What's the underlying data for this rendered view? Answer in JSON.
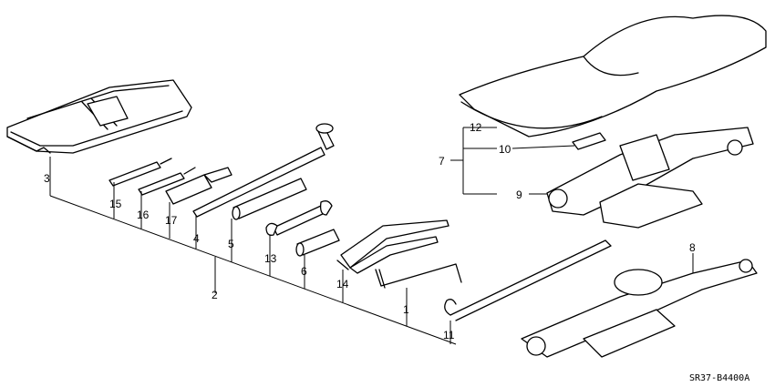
{
  "diagram": {
    "callouts": [
      {
        "id": "3",
        "label": "3"
      },
      {
        "id": "15",
        "label": "15"
      },
      {
        "id": "16",
        "label": "16"
      },
      {
        "id": "17",
        "label": "17"
      },
      {
        "id": "4",
        "label": "4"
      },
      {
        "id": "5",
        "label": "5"
      },
      {
        "id": "13",
        "label": "13"
      },
      {
        "id": "6",
        "label": "6"
      },
      {
        "id": "2",
        "label": "2"
      },
      {
        "id": "14",
        "label": "14"
      },
      {
        "id": "1",
        "label": "1"
      },
      {
        "id": "11",
        "label": "11"
      },
      {
        "id": "12",
        "label": "12"
      },
      {
        "id": "10",
        "label": "10"
      },
      {
        "id": "7",
        "label": "7"
      },
      {
        "id": "9",
        "label": "9"
      },
      {
        "id": "8",
        "label": "8"
      }
    ],
    "diagram_code": "SR37-B4400A"
  }
}
